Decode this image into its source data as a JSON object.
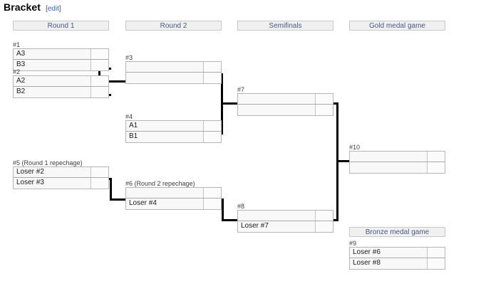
{
  "heading": {
    "title": "Bracket",
    "bracket_open": "[",
    "edit_label": "edit",
    "bracket_close": "]"
  },
  "round_headers": [
    {
      "label": "Round 1"
    },
    {
      "label": "Round 2"
    },
    {
      "label": "Semifinals"
    },
    {
      "label": "Gold medal game"
    },
    {
      "label": "Bronze medal game"
    }
  ],
  "matches": [
    {
      "id": "m1",
      "label": "#1",
      "rows": [
        {
          "name": "A3",
          "score": ""
        },
        {
          "name": "B3",
          "score": ""
        }
      ]
    },
    {
      "id": "m2",
      "label": "#2",
      "rows": [
        {
          "name": "A2",
          "score": ""
        },
        {
          "name": "B2",
          "score": ""
        }
      ]
    },
    {
      "id": "m3",
      "label": "#3",
      "rows": [
        {
          "name": "",
          "score": ""
        },
        {
          "name": "",
          "score": ""
        }
      ]
    },
    {
      "id": "m4",
      "label": "#4",
      "rows": [
        {
          "name": "A1",
          "score": ""
        },
        {
          "name": "B1",
          "score": ""
        }
      ]
    },
    {
      "id": "m5",
      "label": "#5 (Round 1 repechage)",
      "rows": [
        {
          "name": "Loser #2",
          "score": ""
        },
        {
          "name": "Loser #3",
          "score": ""
        }
      ]
    },
    {
      "id": "m6",
      "label": "#6 (Round 2 repechage)",
      "rows": [
        {
          "name": "",
          "score": ""
        },
        {
          "name": "Loser #4",
          "score": ""
        }
      ]
    },
    {
      "id": "m7",
      "label": "#7",
      "rows": [
        {
          "name": "",
          "score": ""
        },
        {
          "name": "",
          "score": ""
        }
      ]
    },
    {
      "id": "m8",
      "label": "#8",
      "rows": [
        {
          "name": "",
          "score": ""
        },
        {
          "name": "Loser #7",
          "score": ""
        }
      ]
    },
    {
      "id": "m9",
      "label": "#9",
      "rows": [
        {
          "name": "Loser #6",
          "score": ""
        },
        {
          "name": "Loser #8",
          "score": ""
        }
      ]
    },
    {
      "id": "m10",
      "label": "#10",
      "rows": [
        {
          "name": "",
          "score": ""
        },
        {
          "name": "",
          "score": ""
        }
      ]
    }
  ],
  "colors": {
    "header_text": "#47578a",
    "header_bg": "#f0f0f0",
    "link": "#3366cc",
    "connector": "#000000"
  }
}
